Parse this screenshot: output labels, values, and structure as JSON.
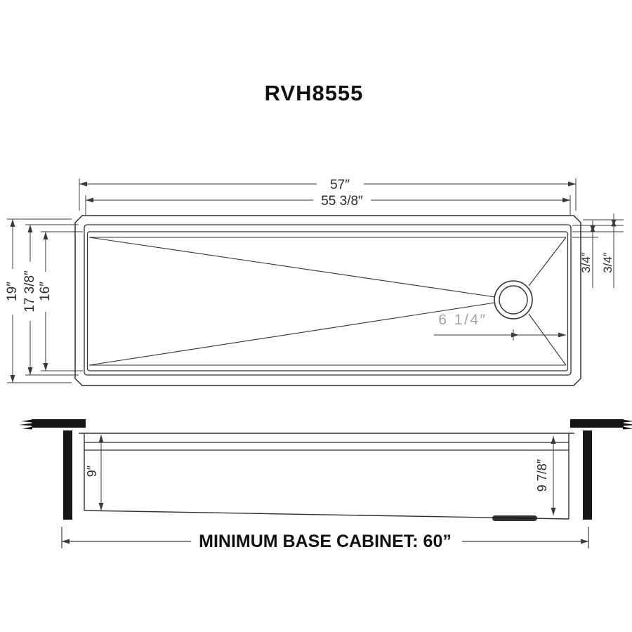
{
  "drawing": {
    "model": "RVH8555",
    "top_view": {
      "width_outer": "57″",
      "width_inner": "55 3/8″",
      "depth_outer": "19″",
      "depth_rim": "17 3/8″",
      "depth_basin": "16″",
      "rim_step_1": "3/4″",
      "rim_step_2": "3/4″",
      "drain_to_wall": "6 1/4″"
    },
    "side_view": {
      "bowl_depth_front": "9″",
      "bowl_depth_drain": "9 7/8″",
      "base_cabinet_note": "MINIMUM BASE CABINET: 60”"
    },
    "colors": {
      "line": "#2f2f2f",
      "dimension_text": "#2b2b2b",
      "muted_dimension_text": "#a3a3a3",
      "solid_fill": "#161616",
      "background": "#ffffff"
    }
  }
}
